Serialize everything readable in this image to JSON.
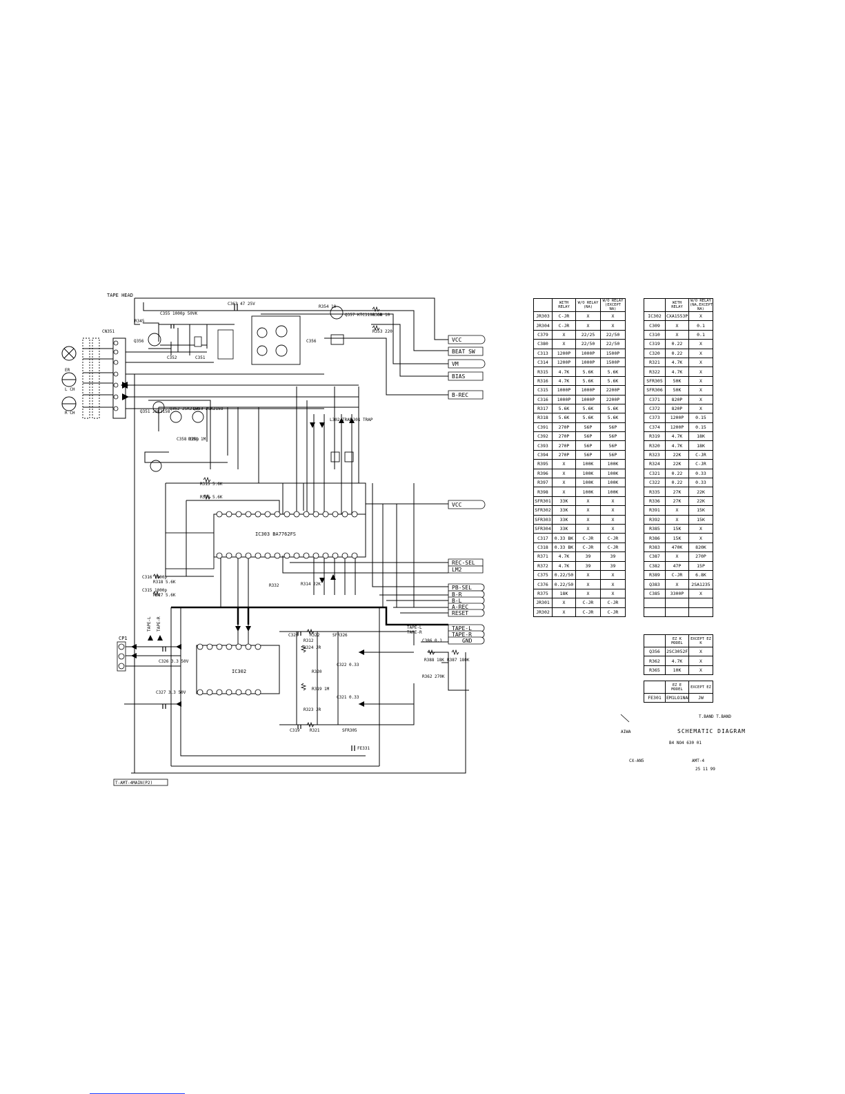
{
  "colors": {
    "ink": "#000000",
    "link_rule": "#1a3cff",
    "paper": "#ffffff"
  },
  "schematic": {
    "tape_head_label": "TAPE HEAD",
    "bottom_ref_label": "T-AMT-4MAIN(P2)",
    "connector_labels": [
      "ER",
      "L CH",
      "R CH"
    ],
    "cn_label": "CN351",
    "cp1_label": "CP1",
    "ic_main_label": "IC303  BA7762FS",
    "ic_sub_label": "IC302",
    "component_labels": [
      "R345",
      "C355 1000p 50VK",
      "Q356",
      "C363 47 25V",
      "R354 10",
      "Q357 KTC3198 GR",
      "R350 10",
      "R353 220",
      "C352",
      "C351",
      "C356",
      "Q351 2SK2158",
      "Q352 2SK2158",
      "Q353 2SK2158",
      "C358 220p",
      "R351 1M",
      "L302 TRAP",
      "L301 TRAP",
      "R315 5.6K",
      "R316 5.6K",
      "C316 1000p",
      "C315 1000p",
      "R318 5.6K",
      "R317 5.6K",
      "R312",
      "R314 22K",
      "R332",
      "R324 JR",
      "R320",
      "R319 1M",
      "R323 JR",
      "R321",
      "R322",
      "C319",
      "C320",
      "C322 0.33",
      "C321 0.33",
      "SFR326",
      "SFR305",
      "C386 0.1",
      "R388 18K",
      "R362 270K",
      "R387 180K",
      "C326 3.3 50V",
      "C327 3.3 50V",
      "FE331"
    ],
    "vertical_pin_labels": [
      "TAPE-L",
      "TAPE-R"
    ]
  },
  "signals": {
    "upper": [
      "VCC",
      "BEAT SW",
      "VM",
      "BIAS",
      "B-REC"
    ],
    "middle": [
      "VCC"
    ],
    "lower_a": [
      "REC-SEL",
      "LM2"
    ],
    "lower_b": [
      "PB-SEL",
      "B-R",
      "B-L",
      "A-REC",
      "RESET"
    ],
    "lower_c": [
      "TAPE-L",
      "TAPE-R",
      "GND"
    ],
    "tape_taps": [
      "TAPE-L",
      "TAPE-R"
    ]
  },
  "table1": {
    "headers": [
      "",
      "WITH RELAY",
      "W/O RELAY (NA)",
      "W/O RELAY (EXCEPT NA)"
    ],
    "rows": [
      [
        "JR303",
        "C-JR",
        "X",
        "X"
      ],
      [
        "JR304",
        "C-JR",
        "X",
        "X"
      ],
      [
        "C379",
        "X",
        "22/25",
        "22/50"
      ],
      [
        "C380",
        "X",
        "22/50",
        "22/50"
      ],
      [
        "C313",
        "1200P",
        "1000P",
        "1500P"
      ],
      [
        "C314",
        "1200P",
        "1000P",
        "1500P"
      ],
      [
        "R315",
        "4.7K",
        "5.6K",
        "5.6K"
      ],
      [
        "R316",
        "4.7K",
        "5.6K",
        "5.6K"
      ],
      [
        "C315",
        "1000P",
        "1000P",
        "2200P"
      ],
      [
        "C316",
        "1000P",
        "1000P",
        "2200P"
      ],
      [
        "R317",
        "5.6K",
        "5.6K",
        "5.6K"
      ],
      [
        "R318",
        "5.6K",
        "5.6K",
        "5.6K"
      ],
      [
        "C391",
        "270P",
        "56P",
        "56P"
      ],
      [
        "C392",
        "270P",
        "56P",
        "56P"
      ],
      [
        "C393",
        "270P",
        "56P",
        "56P"
      ],
      [
        "C394",
        "270P",
        "56P",
        "56P"
      ],
      [
        "R395",
        "X",
        "100K",
        "100K"
      ],
      [
        "R396",
        "X",
        "100K",
        "100K"
      ],
      [
        "R397",
        "X",
        "100K",
        "100K"
      ],
      [
        "R398",
        "X",
        "100K",
        "100K"
      ],
      [
        "SFR301",
        "33K",
        "X",
        "X"
      ],
      [
        "SFR302",
        "33K",
        "X",
        "X"
      ],
      [
        "SFR303",
        "33K",
        "X",
        "X"
      ],
      [
        "SFR304",
        "33K",
        "X",
        "X"
      ],
      [
        "C317",
        "0.33 BK",
        "C-JR",
        "C-JR"
      ],
      [
        "C318",
        "0.33 BK",
        "C-JR",
        "C-JR"
      ],
      [
        "R371",
        "4.7K",
        "39",
        "39"
      ],
      [
        "R372",
        "4.7K",
        "39",
        "39"
      ],
      [
        "C375",
        "0.22/50",
        "X",
        "X"
      ],
      [
        "C376",
        "0.22/50",
        "X",
        "X"
      ],
      [
        "R375",
        "18K",
        "X",
        "X"
      ],
      [
        "JR301",
        "X",
        "C-JR",
        "C-JR"
      ],
      [
        "JR302",
        "X",
        "C-JR",
        "C-JR"
      ]
    ]
  },
  "table2": {
    "headers": [
      "",
      "WITH RELAY",
      "W/O RELAY (NA,EXCEPT NA)"
    ],
    "rows": [
      [
        "IC302",
        "CXA1553P",
        "X"
      ],
      [
        "C309",
        "X",
        "0.1"
      ],
      [
        "C310",
        "X",
        "0.1"
      ],
      [
        "C319",
        "0.22",
        "X"
      ],
      [
        "C320",
        "0.22",
        "X"
      ],
      [
        "R321",
        "4.7K",
        "X"
      ],
      [
        "R322",
        "4.7K",
        "X"
      ],
      [
        "SFR305",
        "50K",
        "X"
      ],
      [
        "SFR306",
        "50K",
        "X"
      ],
      [
        "C371",
        "820P",
        "X"
      ],
      [
        "C372",
        "820P",
        "X"
      ],
      [
        "C373",
        "1200P",
        "0.15"
      ],
      [
        "C374",
        "1200P",
        "0.15"
      ],
      [
        "R319",
        "4.7K",
        "18K"
      ],
      [
        "R320",
        "4.7K",
        "18K"
      ],
      [
        "R323",
        "22K",
        "C-JR"
      ],
      [
        "R324",
        "22K",
        "C-JR"
      ],
      [
        "C321",
        "0.22",
        "0.33"
      ],
      [
        "C322",
        "0.22",
        "0.33"
      ],
      [
        "R335",
        "27K",
        "22K"
      ],
      [
        "R336",
        "27K",
        "22K"
      ],
      [
        "R391",
        "X",
        "15K"
      ],
      [
        "R392",
        "X",
        "15K"
      ],
      [
        "R385",
        "15K",
        "X"
      ],
      [
        "R386",
        "15K",
        "X"
      ],
      [
        "R383",
        "470K",
        "820K"
      ],
      [
        "C387",
        "X",
        "270P"
      ],
      [
        "C382",
        "47P",
        "15P"
      ],
      [
        "R389",
        "C-JR",
        "6.8K"
      ],
      [
        "Q383",
        "X",
        "2SA1235"
      ],
      [
        "C385",
        "3300P",
        "X"
      ],
      [
        "",
        "",
        ""
      ],
      [
        "",
        "",
        ""
      ]
    ]
  },
  "table3": {
    "headers": [
      "",
      "EZ K MODEL",
      "EXCEPT EZ K"
    ],
    "rows": [
      [
        "Q356",
        "2SC3052F",
        "X"
      ],
      [
        "R362",
        "4.7K",
        "X"
      ],
      [
        "R365",
        "10K",
        "X"
      ]
    ]
  },
  "table4": {
    "headers": [
      "",
      "EZ E MODEL",
      "EXCEPT EZ"
    ],
    "rows": [
      [
        "FE301",
        "EM1LO1NAN",
        "JW"
      ]
    ]
  },
  "title_block": {
    "section": "T.BAND T.BAND",
    "company": "AIWA",
    "doc_title": "SCHEMATIC DIAGRAM",
    "sheet_info": "B4  NO4  630  01",
    "model": "CX-AN5",
    "board": "AMT-4",
    "date": "25   11   99"
  }
}
